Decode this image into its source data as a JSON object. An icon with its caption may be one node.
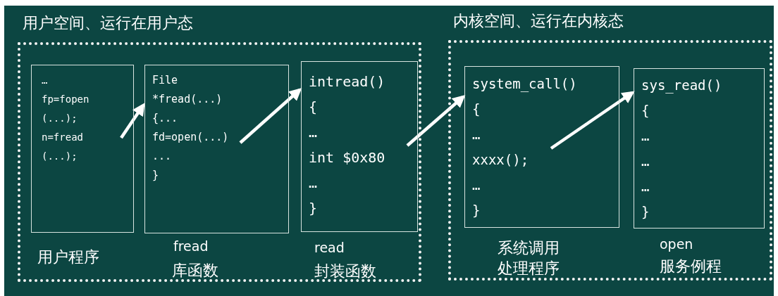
{
  "diagram": {
    "nodes": [
      {
        "text": [
          "用户空间、运行在用户态"
        ]
      },
      {
        "text": [
          "…",
          "fp=fopen(...);",
          "n=fread(...);"
        ],
        "in": 0,
        "beside": [
          "用户程序"
        ]
      },
      {
        "text": [
          "File",
          "*fread(...)",
          "{...",
          "fd=open(...)",
          "...",
          "}"
        ],
        "in": 0,
        "beside": [
          "fread",
          "库函数"
        ]
      },
      {
        "text": [
          "intread()",
          "{",
          "…",
          "int $0x80",
          "…",
          "}"
        ],
        "in": 0,
        "beside": [
          "read",
          "封装函数"
        ]
      },
      {
        "text": [
          "内核空间、运行在内核态"
        ]
      },
      {
        "text": [
          "system_call()",
          "{",
          "…",
          "xxxx();",
          "…",
          "}"
        ],
        "in": 4,
        "beside": [
          "系统调用",
          "处理程序"
        ]
      },
      {
        "text": [
          "sys_read()",
          "{",
          "…",
          "…",
          "…",
          "}"
        ],
        "in": 4,
        "beside": [
          "open",
          "服务例程"
        ]
      }
    ],
    "edges": [
      {
        "from": 1,
        "to": 2,
        "arrow": "to"
      },
      {
        "from": 2,
        "to": 3,
        "arrow": "to"
      },
      {
        "from": 3,
        "to": 5,
        "arrow": "to"
      },
      {
        "from": 5,
        "to": 6,
        "arrow": "to"
      }
    ]
  }
}
